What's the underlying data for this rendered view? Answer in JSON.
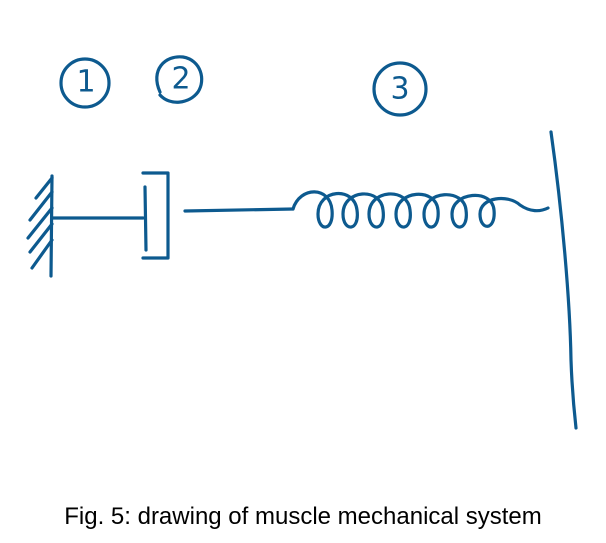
{
  "ink_color": "#0d5a8f",
  "text_color": "#000000",
  "labels": {
    "n1": "1",
    "n2": "2",
    "n3": "3"
  },
  "caption": "Fig. 5: drawing of muscle mechanical system"
}
